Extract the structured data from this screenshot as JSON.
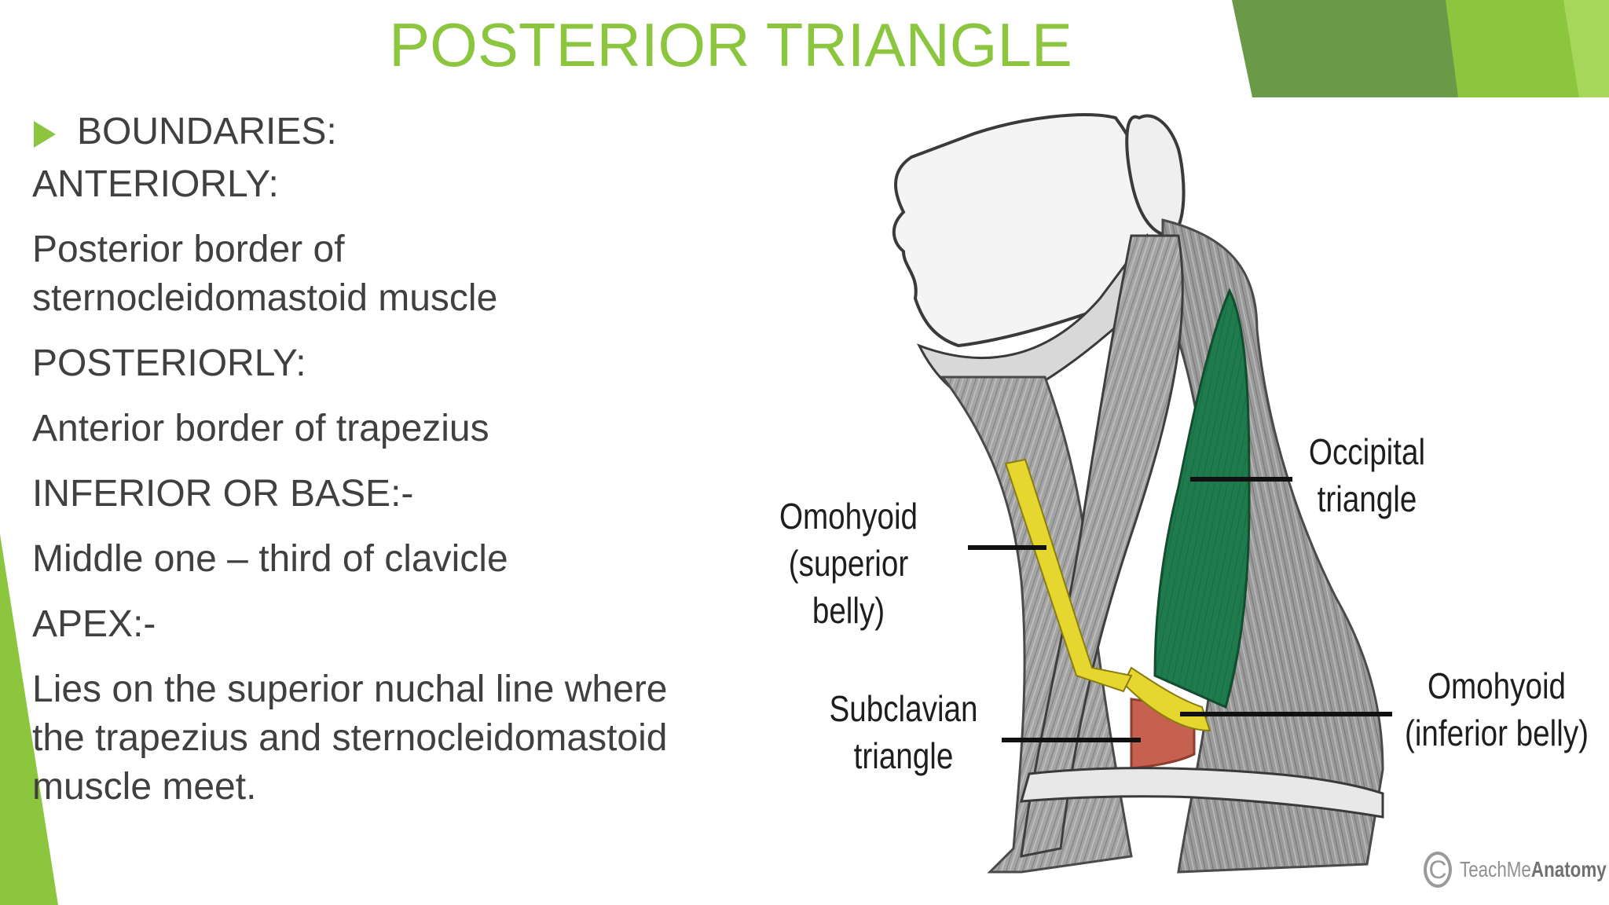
{
  "slide": {
    "title": "POSTERIOR TRIANGLE",
    "bullet_heading": "BOUNDARIES:",
    "paragraphs": [
      [
        "ANTERIORLY:"
      ],
      [
        "Posterior border of",
        "sternocleidomastoid muscle"
      ],
      [
        "POSTERIORLY:"
      ],
      [
        "Anterior border of trapezius"
      ],
      [
        "INFERIOR  OR BASE:-"
      ],
      [
        "Middle one – third of clavicle"
      ],
      [
        "APEX:-"
      ],
      [
        "Lies on the superior nuchal line where",
        "the trapezius and sternocleidomastoid",
        "muscle meet."
      ]
    ]
  },
  "figure": {
    "labels": {
      "occipital": [
        "Occipital",
        "triangle"
      ],
      "omohyoid_superior": [
        "Omohyoid",
        "(superior belly)"
      ],
      "subclavian": [
        "Subclavian",
        "triangle"
      ],
      "omohyoid_inferior": [
        "Omohyoid",
        "(inferior belly)"
      ]
    },
    "watermark": {
      "symbol": "C",
      "brand_light": "TeachMe",
      "brand_bold": "Anatomy"
    }
  },
  "colors": {
    "accent": "#8cc63f",
    "body_text": "#404040",
    "occipital_triangle": "#1e7a4c",
    "subclavian_triangle": "#c7614f",
    "omohyoid": "#e6d630",
    "muscle_gray": "#9a9a9a"
  }
}
